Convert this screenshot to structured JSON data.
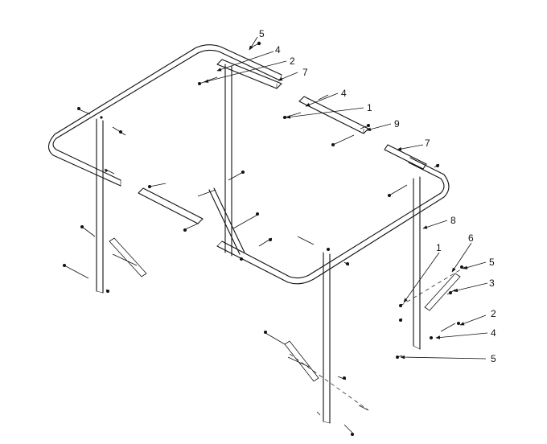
{
  "callouts": {
    "c5a": "5",
    "c4a": "4",
    "c2a": "2",
    "c7a": "7",
    "c4b": "4",
    "c1a": "1",
    "c9": "9",
    "c7b": "7",
    "c8": "8",
    "c1b": "1",
    "c6": "6",
    "c5b": "5",
    "c3": "3",
    "c2b": "2",
    "c4c": "4",
    "c5c": "5"
  },
  "colors": {
    "line": "#111111",
    "background": "#ffffff"
  }
}
